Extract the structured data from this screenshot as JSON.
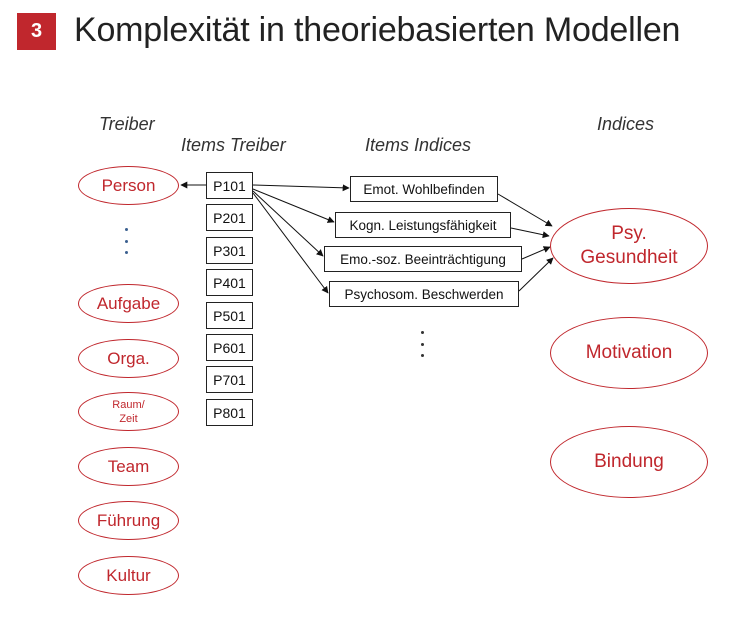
{
  "header": {
    "badge": "3",
    "title": "Komplexität in theoriebasierten Modellen"
  },
  "columns": {
    "treiber": "Treiber",
    "items_treiber": "Items Treiber",
    "items_indices": "Items Indices",
    "indices": "Indices"
  },
  "drivers": {
    "person": "Person",
    "aufgabe": "Aufgabe",
    "orga": "Orga.",
    "raum_line1": "Raum/",
    "raum_line2": "Zeit",
    "team": "Team",
    "fuehrung": "Führung",
    "kultur": "Kultur"
  },
  "driver_items": [
    "P101",
    "P201",
    "P301",
    "P401",
    "P501",
    "P601",
    "P701",
    "P801"
  ],
  "index_items": [
    "Emot. Wohlbefinden",
    "Kogn. Leistungsfähigkeit",
    "Emo.-soz. Beeinträchtigung",
    "Psychosom. Beschwerden"
  ],
  "indices": {
    "psy_line1": "Psy.",
    "psy_line2": "Gesundheit",
    "motivation": "Motivation",
    "bindung": "Bindung"
  },
  "colors": {
    "accent": "#c0272d",
    "driver_dots": "#3a5f8f",
    "item_dots": "#333333"
  }
}
